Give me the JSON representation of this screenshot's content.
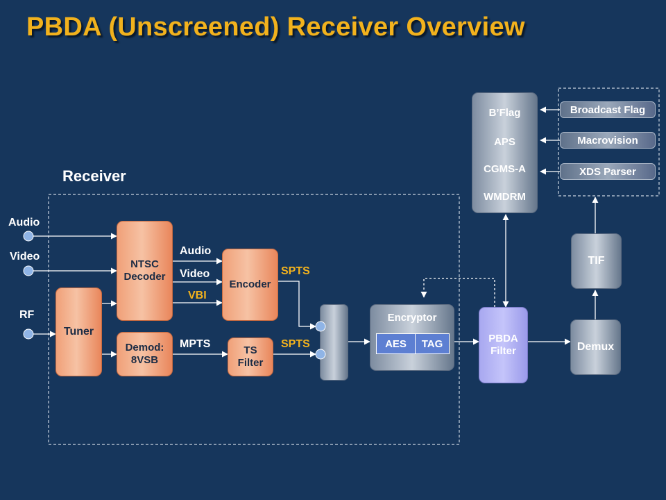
{
  "title": "PBDA (Unscreened) Receiver Overview",
  "receiver_label": "Receiver",
  "inputs": {
    "audio": "Audio",
    "video": "Video",
    "rf": "RF"
  },
  "blocks": {
    "ntsc_decoder": "NTSC\nDecoder",
    "tuner": "Tuner",
    "demod": "Demod:\n8VSB",
    "encoder": "Encoder",
    "ts_filter": "TS\nFilter",
    "encryptor": "Encryptor",
    "aes": "AES",
    "tag": "TAG",
    "pbda_filter": "PBDA\nFilter",
    "demux": "Demux",
    "tif": "TIF"
  },
  "signals": {
    "audio": "Audio",
    "video": "Video",
    "vbi": "VBI",
    "mpts": "MPTS",
    "spts_top": "SPTS",
    "spts_bottom": "SPTS"
  },
  "protection_stack": [
    "B’Flag",
    "APS",
    "CGMS-A",
    "WMDRM"
  ],
  "parsers": [
    "Broadcast Flag",
    "Macrovision",
    "XDS Parser"
  ],
  "colors": {
    "background": "#16365c",
    "title": "#f2b21d",
    "signal_highlight": "#f2b21d",
    "block_orange": "#f0a078",
    "block_pbda": "#a8a8f0",
    "connector": "#ffffff"
  }
}
